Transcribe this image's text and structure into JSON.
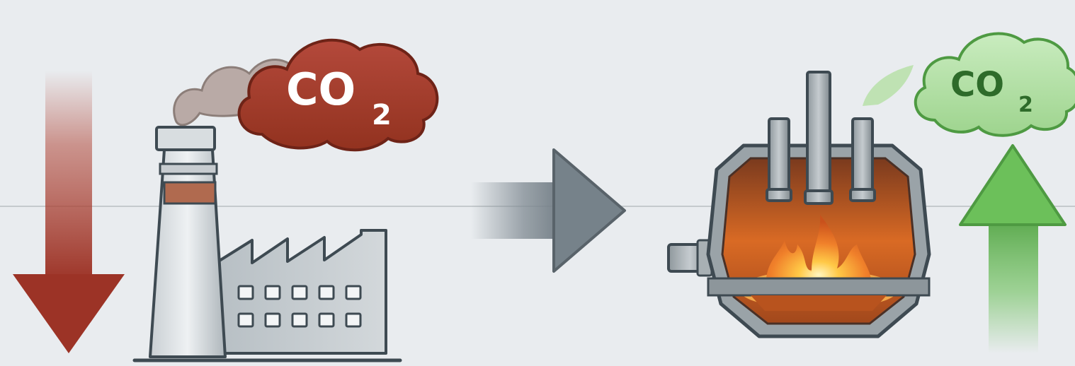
{
  "left_cloud": {
    "label_main": "CO",
    "label_sub": "2"
  },
  "right_cloud": {
    "label_main": "CO",
    "label_sub": "2"
  },
  "colors": {
    "background": "#e9ecef",
    "red_accent": "#a33a2c",
    "red_cloud_text": "#ffffff",
    "green_accent": "#5aa84c",
    "green_cloud_text": "#2e6b2a",
    "steel_grey": "#8c9599",
    "fire_orange": "#f08a24"
  },
  "icons": [
    "down-arrow-icon",
    "factory-icon",
    "smoke-icon",
    "co2-cloud-icon",
    "process-arrow-icon",
    "electric-arc-furnace-icon",
    "up-arrow-icon"
  ]
}
